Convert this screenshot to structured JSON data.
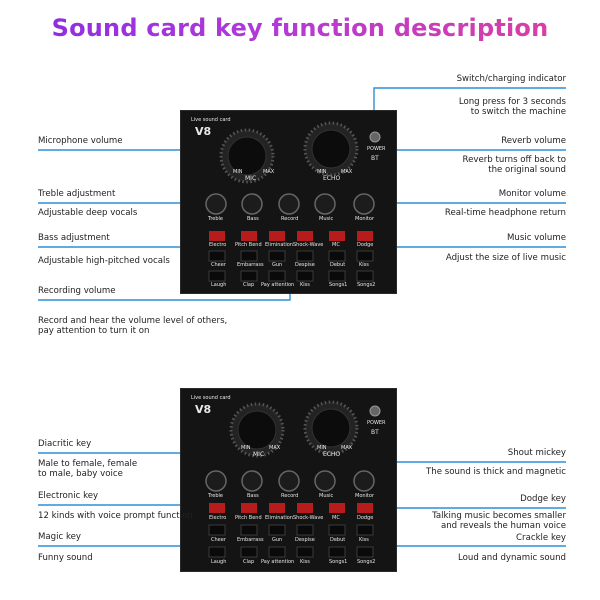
{
  "title": "Sound card key function description",
  "device": {
    "brand": "Live sound card",
    "model": "V8",
    "power": "POWER",
    "bt": "BT",
    "mic": "MIC",
    "echo": "ECHO",
    "min": "MIN",
    "max": "MAX",
    "knobs": [
      "Treble",
      "Bass",
      "Record",
      "Music",
      "Monitor"
    ],
    "row1": [
      "Electro",
      "Pitch Bend",
      "Elimination",
      "Shock-Wave",
      "MC",
      "Dodge"
    ],
    "row2": [
      "Cheer",
      "Embarrass",
      "Gun",
      "Despise",
      "Debut",
      "Kiss"
    ],
    "row3": [
      "Laugh",
      "Clap",
      "Pay attention",
      "Kiss",
      "Songs1",
      "Songs2"
    ]
  },
  "top": {
    "left": {
      "microphone_volume": "Microphone volume",
      "treble_adjustment": "Treble adjustment",
      "adjustable_deep_vocals": "Adjustable deep vocals",
      "bass_adjustment": "Bass adjustment",
      "adjustable_high_pitched_vocals": "Adjustable high-pitched vocals",
      "recording_volume": "Recording volume",
      "record_desc_1": "Record and hear the volume level of others,",
      "record_desc_2": "pay attention to turn it on"
    },
    "right": {
      "switch_indicator": "Switch/charging indicator",
      "long_press_1": "Long press for 3 seconds",
      "long_press_2": "to switch the machine",
      "reverb_volume": "Reverb volume",
      "reverb_off_1": "Reverb turns off back to",
      "reverb_off_2": "the original sound",
      "monitor_volume": "Monitor volume",
      "realtime_return": "Real-time headphone return",
      "music_volume": "Music volume",
      "live_music": "Adjust the size of live music"
    }
  },
  "bottom": {
    "left": {
      "diacritic_key": "Diacritic key",
      "male_female_1": "Male to female, female",
      "male_female_2": "to male, baby voice",
      "electronic_key": "Electronic key",
      "kinds_12": "12 kinds with voice prompt function",
      "magic_key": "Magic key",
      "funny_sound": "Funny sound"
    },
    "right": {
      "shout_mickey": "Shout mickey",
      "thick_magnetic": "The sound is thick and magnetic",
      "dodge_key": "Dodge key",
      "talking_music_1": "Talking music becomes smaller",
      "talking_music_2": "and reveals the human voice",
      "crackle_key": "Crackle key",
      "loud_dynamic": "Loud and dynamic sound"
    }
  },
  "colors": {
    "line": "#2f8fd6",
    "title_start": "#8a2be2",
    "title_end": "#e0409a",
    "button_red": "#c62828",
    "device": "#141414"
  }
}
